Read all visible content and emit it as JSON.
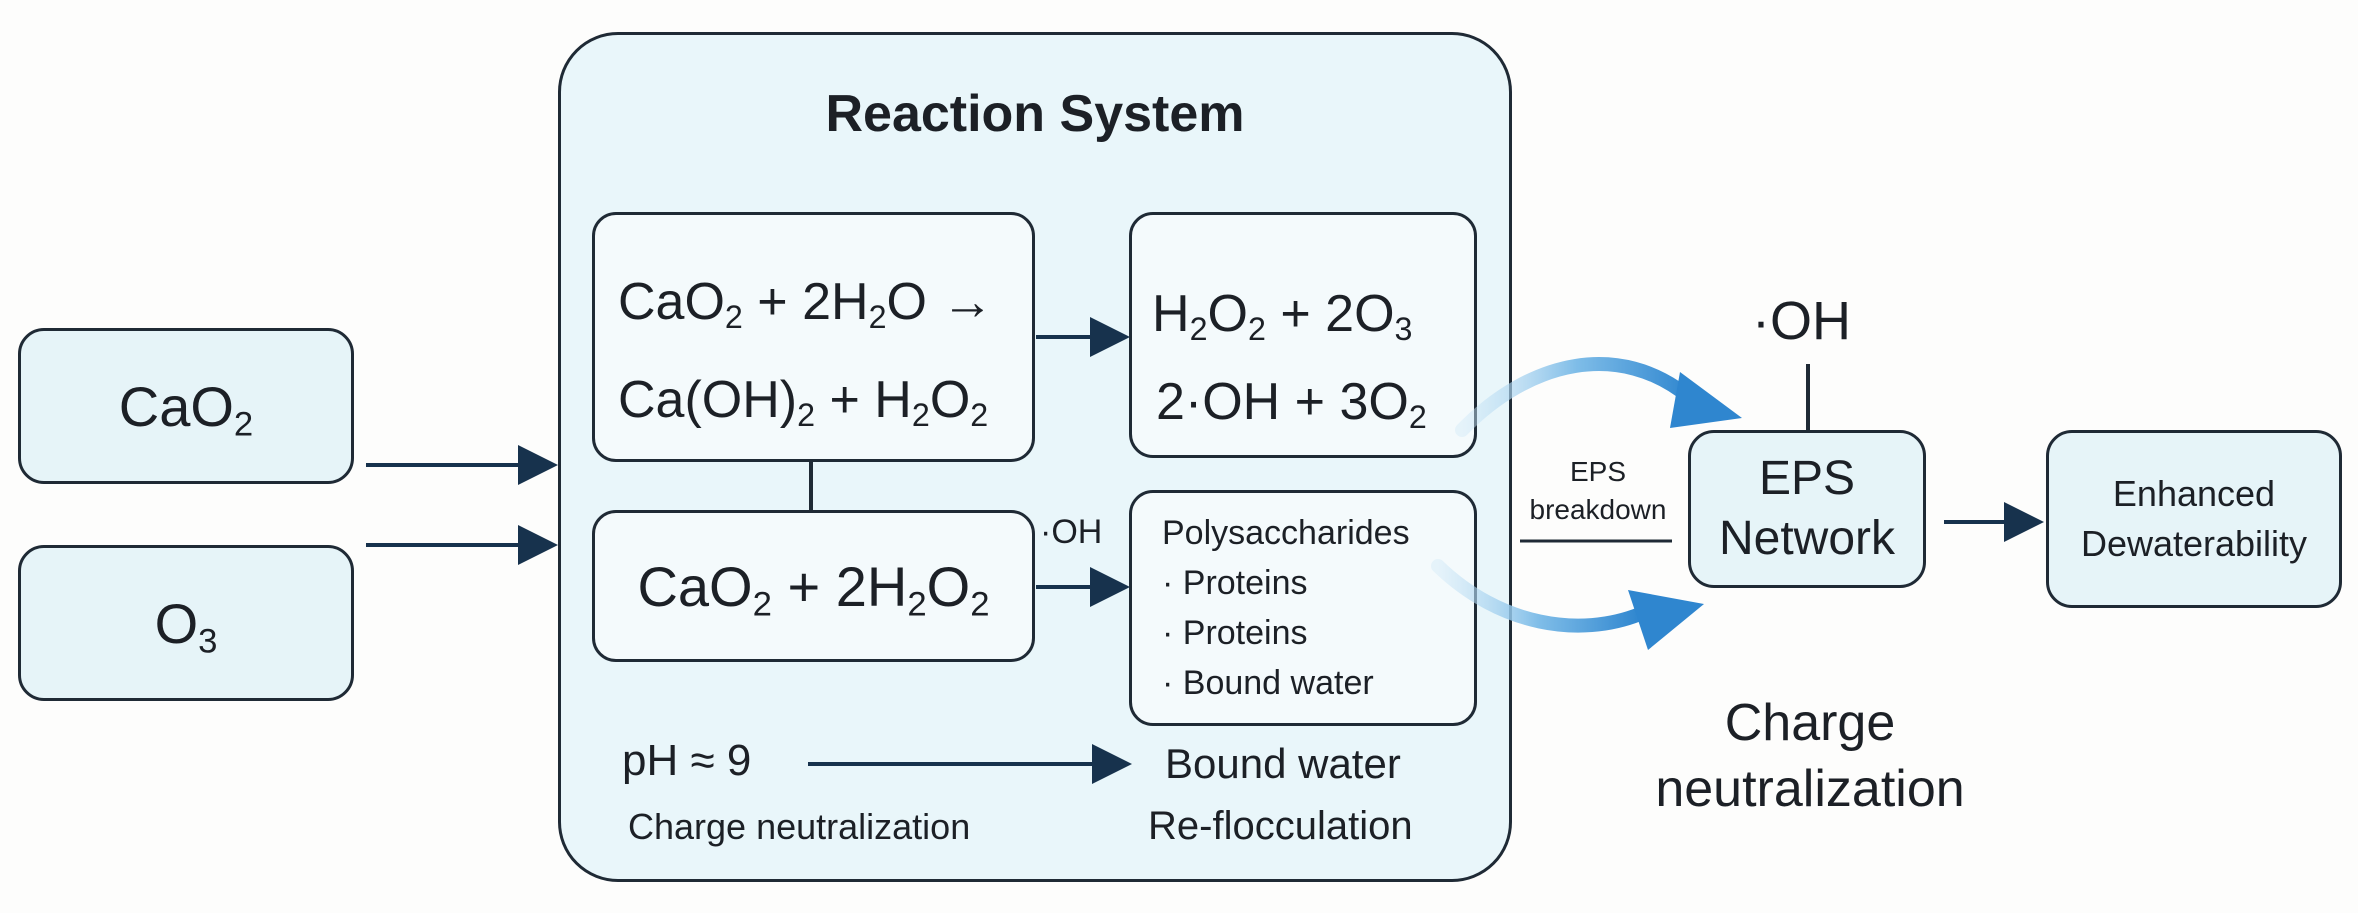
{
  "inputs": {
    "cao2": {
      "text": "CaO",
      "sub": "2"
    },
    "o3": {
      "text": "O",
      "sub": "3"
    }
  },
  "reaction_system": {
    "title": "Reaction System",
    "eq1": {
      "line1": [
        "CaO",
        "2",
        " + 2H",
        "2",
        "O →"
      ],
      "line2": [
        "Ca(OH)",
        "2",
        " + H",
        "2",
        "O",
        "2"
      ]
    },
    "eq2": {
      "line1": [
        "H",
        "2",
        "O",
        "2",
        " + 2O",
        "3"
      ],
      "line2": [
        "2·OH + 3O",
        "2"
      ]
    },
    "eq3": [
      "CaO",
      "2",
      " + 2H",
      "2",
      "O",
      "2"
    ],
    "oh_label": "·OH",
    "eps_components": [
      "Polysaccharides",
      "· Proteins",
      "· Proteins",
      "· Bound water"
    ],
    "ph_label": "pH ≈ 9",
    "charge_neutralization": "Charge neutralization",
    "bound_water": "Bound water",
    "reflocculation": "Re-flocculation"
  },
  "oh_radical": "·OH",
  "eps_breakdown": [
    "EPS",
    "breakdown"
  ],
  "eps_network": [
    "EPS",
    "Network"
  ],
  "charge_neutralization_outer": [
    "Charge",
    "neutralization"
  ],
  "output": [
    "Enhanced",
    "Dewaterability"
  ],
  "colors": {
    "box_fill": "#e6f4f8",
    "inner_fill": "#f4fafc",
    "border": "#1f2a35",
    "arrow": "#17324d",
    "curved_arrow": "#4a98d6"
  }
}
